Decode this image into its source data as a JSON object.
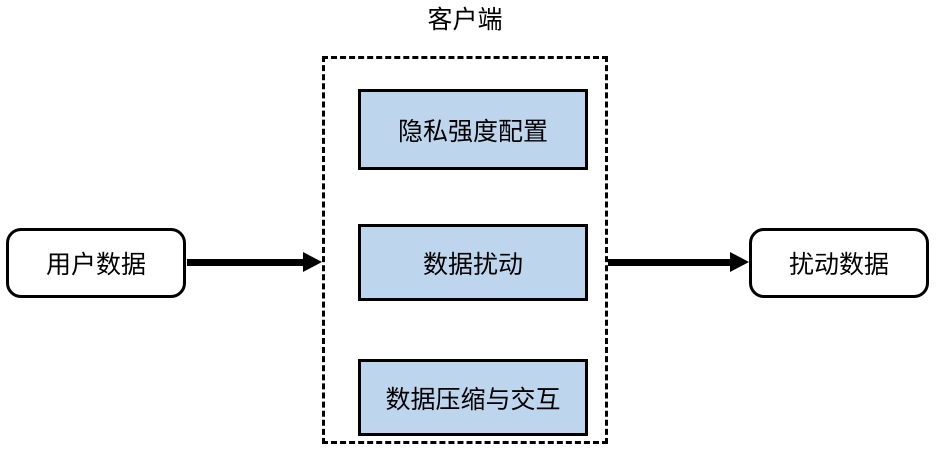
{
  "diagram": {
    "title": "客户端",
    "container": {
      "label": "客户端",
      "border_style": "dashed",
      "border_color": "#000000"
    },
    "nodes": {
      "input": {
        "label": "用户数据",
        "shape": "rounded-rectangle",
        "fill": "#ffffff"
      },
      "output": {
        "label": "扰动数据",
        "shape": "rounded-rectangle",
        "fill": "#ffffff"
      }
    },
    "process_boxes": [
      {
        "label": "隐私强度配置",
        "fill": "#bdd5ed",
        "border": "#000000"
      },
      {
        "label": "数据扰动",
        "fill": "#bdd5ed",
        "border": "#000000"
      },
      {
        "label": "数据压缩与交互",
        "fill": "#bdd5ed",
        "border": "#000000"
      }
    ],
    "arrows": [
      {
        "name": "input-to-client",
        "direction": "right",
        "color": "#000000"
      },
      {
        "name": "client-to-output",
        "direction": "right",
        "color": "#000000"
      }
    ]
  }
}
